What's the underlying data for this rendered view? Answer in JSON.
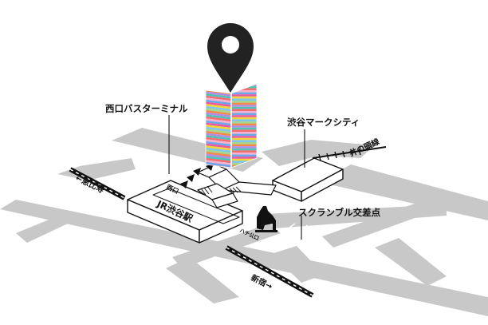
{
  "labels": {
    "bus_terminal": "西口バスターミナル",
    "mark_city": "渋谷マークシティ",
    "inokashira": "井の頭線",
    "scramble": "スクランブル交差点",
    "ebisu": "←恵比寿",
    "shinjuku": "新宿→",
    "jr_station": "JR渋谷駅",
    "west_exit": "西口",
    "hachiko_exit": "ハチ公口"
  },
  "colors": {
    "road": "#c8c8c8",
    "building_fill": "#ffffff",
    "outline": "#111111",
    "pin": "#222222"
  },
  "icons": {
    "pin": "location-pin-icon",
    "hachiko": "dog-statue-icon"
  },
  "tower_stripe_colors": [
    "#e85aa0",
    "#f3d33a",
    "#7ec6f0",
    "#a8d68a",
    "#f08a4b",
    "#b58be0",
    "#4fc3b8",
    "#f26d6d",
    "#f6b0d0",
    "#6aa7e8"
  ]
}
